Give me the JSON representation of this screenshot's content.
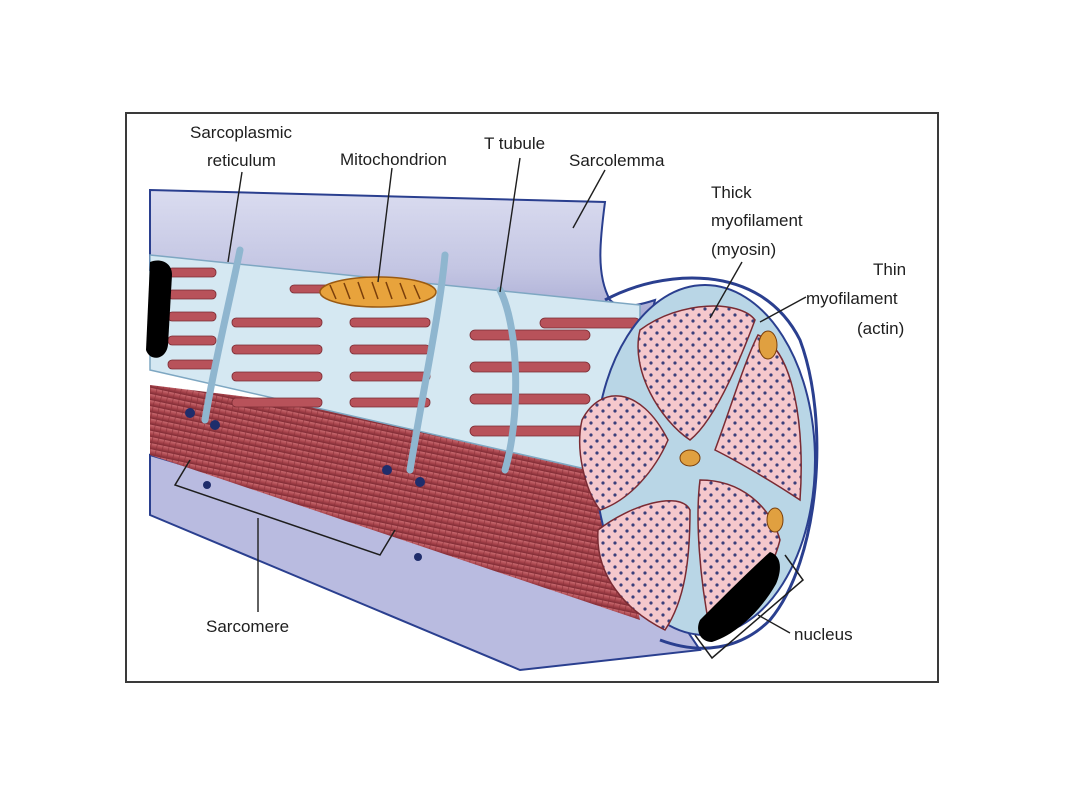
{
  "diagram": {
    "labels": {
      "sarcoplasmic_1": "Sarcoplasmic",
      "sarcoplasmic_2": "reticulum",
      "mitochondrion": "Mitochondrion",
      "t_tubule": "T tubule",
      "sarcolemma": "Sarcolemma",
      "thick_1": "Thick",
      "thick_2": "myofilament",
      "thick_3": "(myosin)",
      "thin_1": "Thin",
      "thin_2": "myofilament",
      "thin_3": "(actin)",
      "sarcomere": "Sarcomere",
      "nucleus": "nucleus"
    },
    "colors": {
      "membrane": "#c9cbe6",
      "membrane_edge": "#2a3f8f",
      "fiber": "#a9454d",
      "fiber_light": "#d98a8f",
      "reticulum": "#c4dceb",
      "myofibril_face": "#f3c2c6",
      "mitochondrion": "#e8a33c",
      "redaction": "#000000"
    }
  }
}
